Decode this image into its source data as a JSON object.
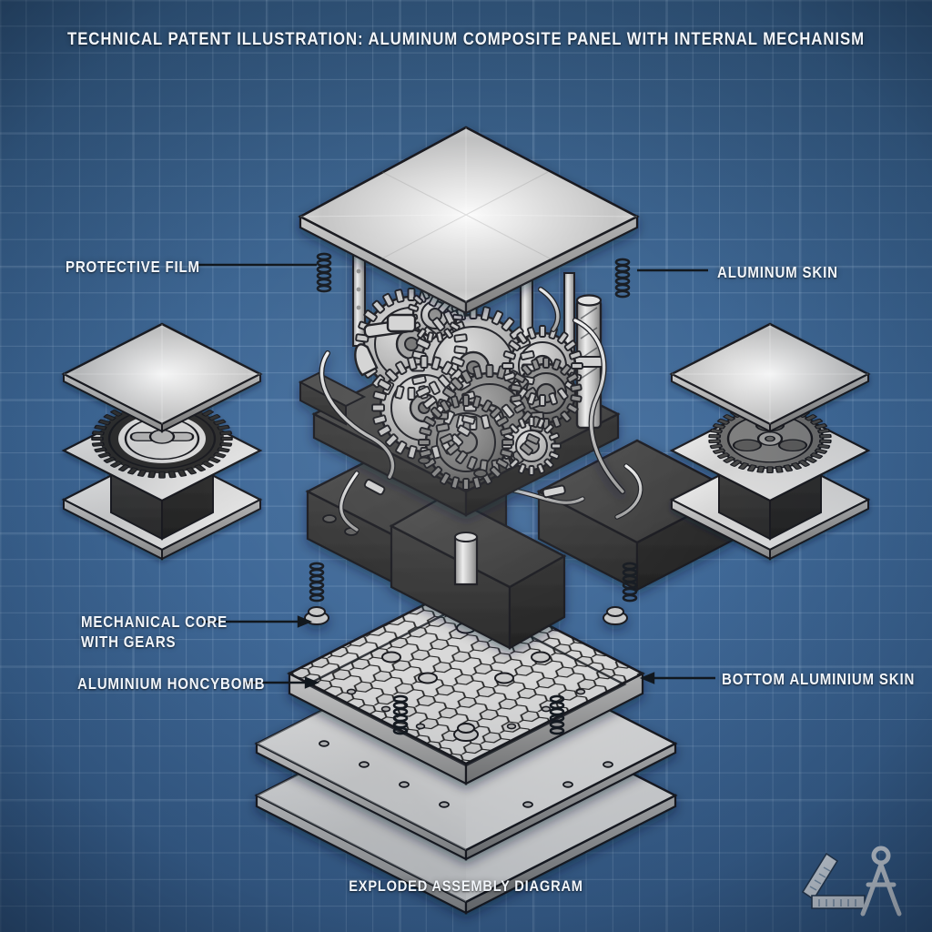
{
  "document": {
    "title": "TECHNICAL PATENT ILLUSTRATION: ALUMINUM COMPOSITE PANEL WITH INTERNAL MECHANISM",
    "footer_caption": "EXPLODED ASSEMBLY DIAGRAM"
  },
  "labels": {
    "protective_film": "PROTECTIVE FILM",
    "aluminum_skin": "ALUMINUM SKIN",
    "mechanical_core": "MECHANICAL CORE\nWITH GEARS",
    "honeycomb": "ALUMINIUM HONCYBOMB",
    "bottom_skin": "BOTTOM ALUMINIUM SKIN"
  },
  "icons": {
    "ruler_square": "ruler-set-square-icon",
    "compass": "drafting-compass-icon"
  },
  "colors": {
    "background_blue": "#3d6898",
    "grid_line": "#bed7f0",
    "text_white": "#f2f6fb",
    "metal_light": "#f2f2f2",
    "metal_mid": "#b9b9b9",
    "metal_dark": "#7c7c7c",
    "core_dark": "#3a3a3a",
    "core_darker": "#2a2a2a",
    "outline": "#15191e"
  },
  "assembly": {
    "view": "isometric exploded view",
    "layers": [
      {
        "id": "top-skin",
        "name": "Top aluminum skin / protective film",
        "material": "brushed aluminum"
      },
      {
        "id": "gear-core",
        "name": "Mechanical core with gears",
        "material": "dark anodized housing"
      },
      {
        "id": "cable-tray",
        "name": "Cable tray modules",
        "material": "dark anodized housing"
      },
      {
        "id": "honeycomb",
        "name": "Aluminium honeycomb core",
        "material": "hexagonal cell aluminium"
      },
      {
        "id": "bottom-skin",
        "name": "Bottom aluminium skin",
        "material": "brushed aluminum"
      }
    ],
    "detail_stacks": [
      {
        "id": "left-detail",
        "name": "Left detail stack",
        "plates": 3,
        "component": "ring gear"
      },
      {
        "id": "right-detail",
        "name": "Right detail stack",
        "plates": 3,
        "component": "spoked gear"
      }
    ]
  }
}
